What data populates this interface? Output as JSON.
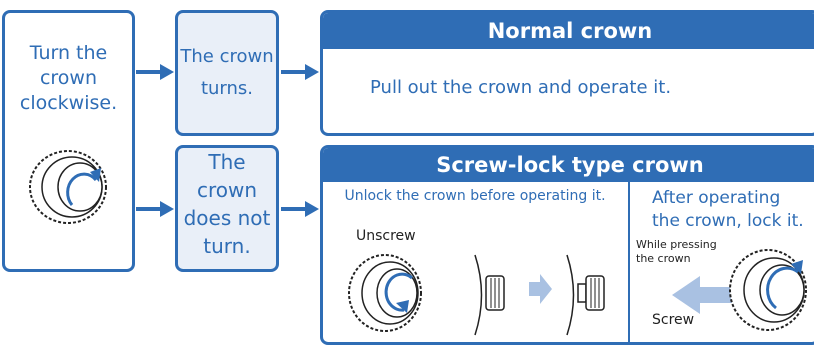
{
  "start": {
    "text_lines": [
      "Turn the",
      "crown",
      "clockwise."
    ]
  },
  "result_turns": {
    "text_lines": [
      "The crown",
      "turns."
    ]
  },
  "result_not_turn": {
    "text_lines": [
      "The",
      "crown",
      "does not",
      "turn."
    ]
  },
  "normal": {
    "title": "Normal crown",
    "instruction": "Pull out the crown and operate it."
  },
  "screwlock": {
    "title": "Screw-lock type crown",
    "unlock_instruction": "Unlock the crown before operating it.",
    "unscrew_label": "Unscrew",
    "lock_instruction_lines": [
      "After operating",
      "the crown, lock it."
    ],
    "while_pressing_lines": [
      "While pressing",
      "the crown"
    ],
    "screw_label": "Screw"
  },
  "colors": {
    "accent": "#2f6db5",
    "tint": "#e9eff8",
    "light_arrow": "#a9c1e2"
  },
  "icons": [
    "crown-knob-icon",
    "clockwise-arrow-icon",
    "counterclockwise-arrow-icon",
    "crown-side-view-icon",
    "push-arrow-icon"
  ]
}
